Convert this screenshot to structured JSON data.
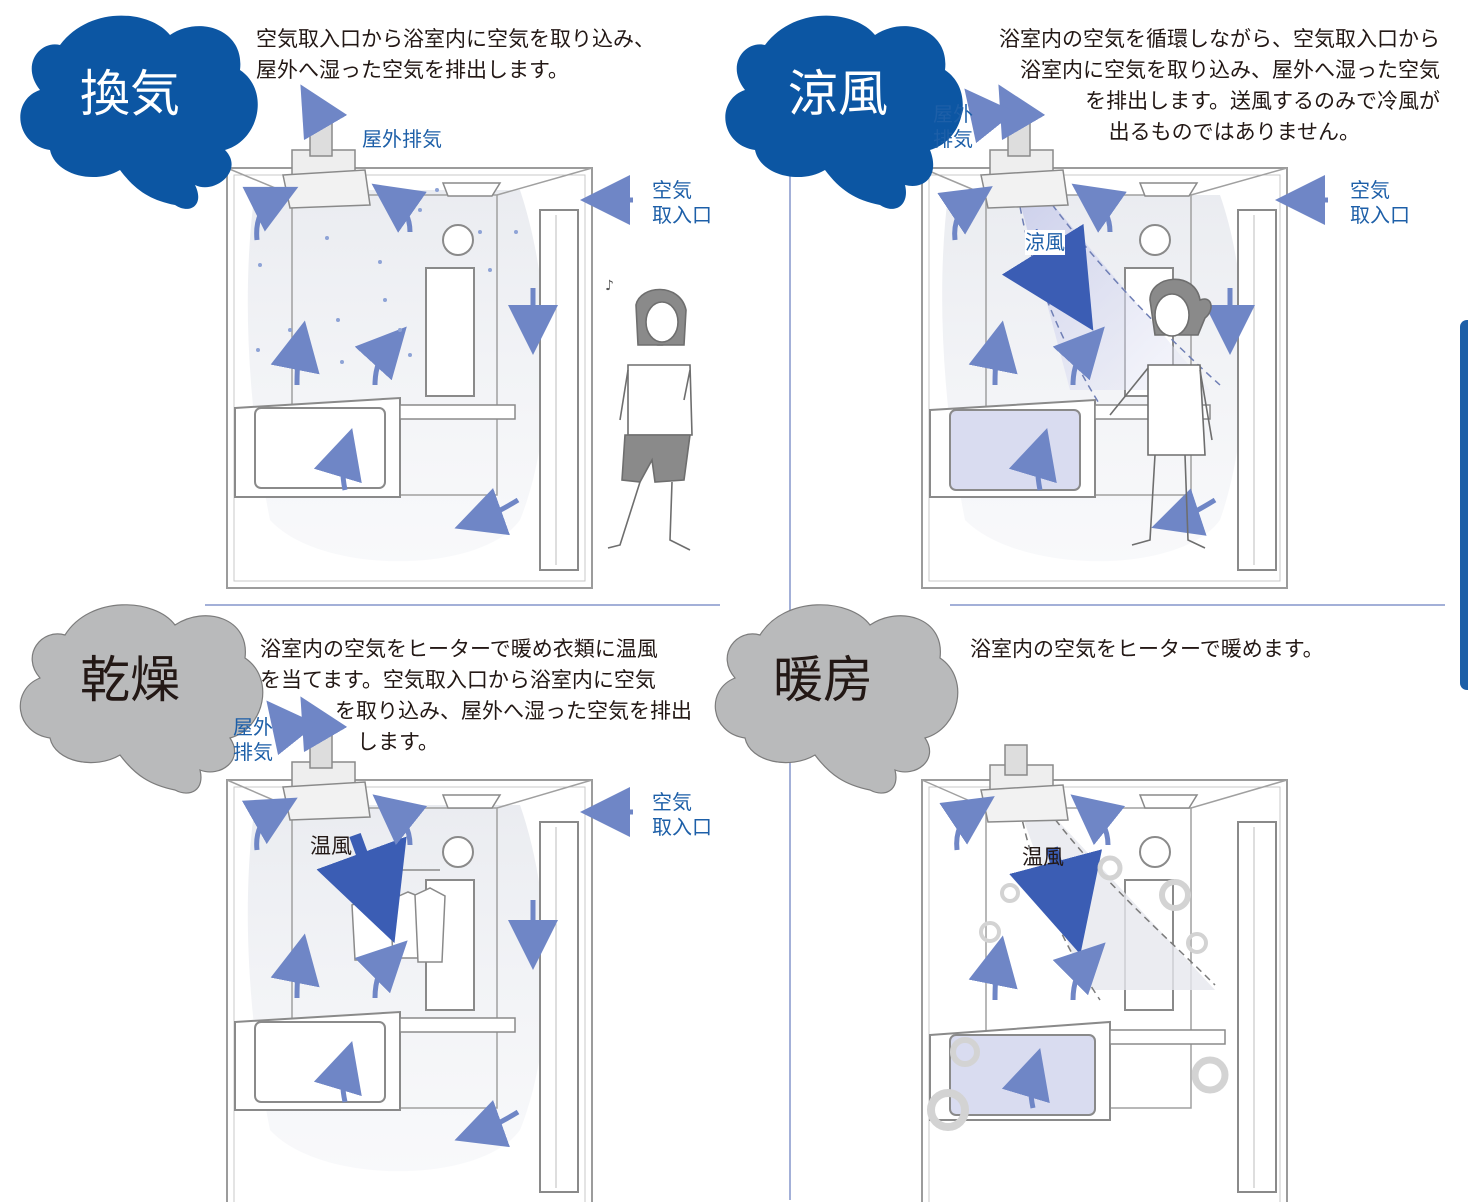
{
  "panels": {
    "ventilation": {
      "bubble": "換気",
      "description": [
        "空気取入口から浴室内に空気を取り込み、",
        "屋外へ湿った空気を排出します。"
      ],
      "outdoor_exhaust": "屋外排気",
      "air_intake": [
        "空気",
        "取入口"
      ]
    },
    "cool_breeze": {
      "bubble": "涼風",
      "description": [
        "浴室内の空気を循環しながら、空気取入口から",
        "浴室内に空気を取り込み、屋外へ湿った空気",
        "を排出します。送風するのみで冷風が",
        "出るものではありません。"
      ],
      "outdoor_exhaust": [
        "屋外",
        "排気"
      ],
      "air_intake": [
        "空気",
        "取入口"
      ],
      "airflow": "涼風"
    },
    "drying": {
      "bubble": "乾燥",
      "description": [
        "浴室内の空気をヒーターで暖め衣類に温風",
        "を当てます。空気取入口から浴室内に空気",
        "を取り込み、屋外へ湿った空気を排出",
        "します。"
      ],
      "outdoor_exhaust": [
        "屋外",
        "排気"
      ],
      "air_intake": [
        "空気",
        "取入口"
      ],
      "airflow": "温風"
    },
    "heating": {
      "bubble": "暖房",
      "description": [
        "浴室内の空気をヒーターで暖めます。"
      ],
      "airflow": "温風"
    }
  },
  "colors": {
    "accent_blue": "#1d5fa8",
    "bubble_blue": "#0c56a3",
    "bubble_gray": "#b9babb",
    "divider": "#a3b0d8",
    "arrow": "#6f86c6"
  }
}
